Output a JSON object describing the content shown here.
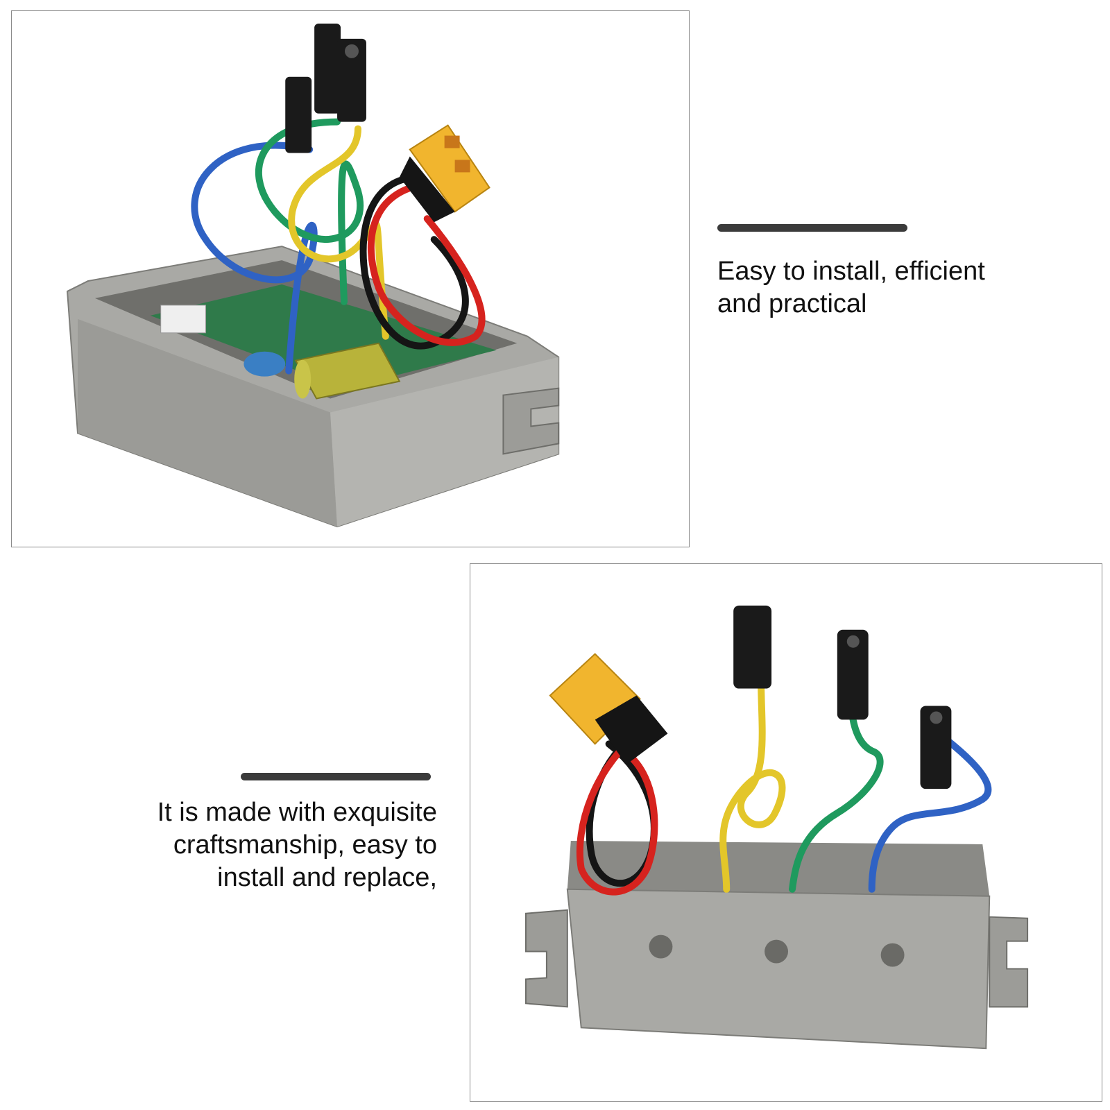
{
  "sections": [
    {
      "caption": "Easy to install, efficient\nand practical",
      "image": "controller-box-angled-photo"
    },
    {
      "caption": "It is made with exquisite\ncraftsmanship, easy to \ninstall and replace,",
      "image": "controller-box-front-photo"
    }
  ],
  "colors": {
    "divider": "#3b3b3b",
    "frame": "#8a8a8a",
    "housing": "#a9a9a5",
    "wire_red": "#d6231e",
    "wire_black": "#151515",
    "wire_yellow": "#e3c62a",
    "wire_green": "#1f9a5e",
    "wire_blue": "#2f62c4",
    "connector_xt60": "#f1b52e"
  }
}
